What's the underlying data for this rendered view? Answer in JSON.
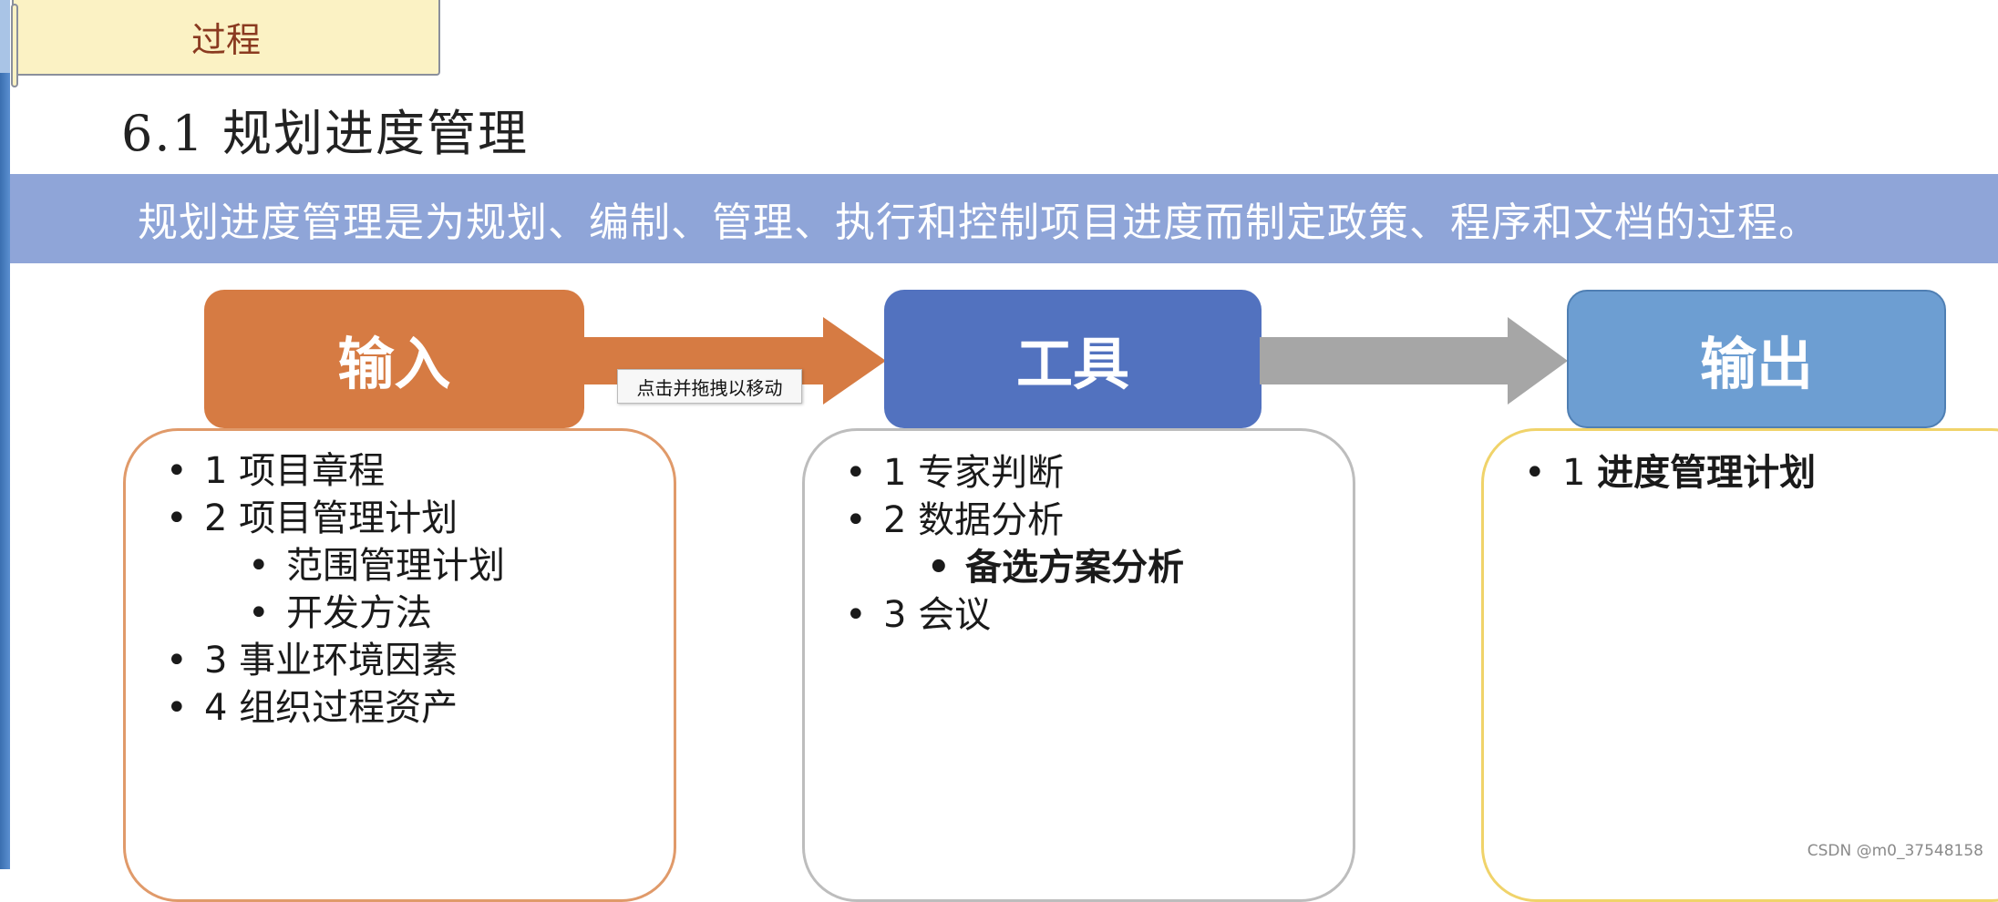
{
  "tab": {
    "label": "过程"
  },
  "section_title": "6.1 规划进度管理",
  "banner_text": "规划进度管理是为规划、编制、管理、执行和控制项目进度而制定政策、程序和文档的过程。",
  "headers": {
    "input": "输入",
    "tool": "工具",
    "output": "输出"
  },
  "tooltip": "点击并拖拽以移动",
  "input_items": [
    {
      "text": "1 项目章程",
      "level": 1
    },
    {
      "text": "2 项目管理计划",
      "level": 1
    },
    {
      "text": "范围管理计划",
      "level": 2
    },
    {
      "text": "开发方法",
      "level": 2
    },
    {
      "text": "3 事业环境因素",
      "level": 1
    },
    {
      "text": "4 组织过程资产",
      "level": 1
    }
  ],
  "tool_items": [
    {
      "text": "1 专家判断",
      "level": 1
    },
    {
      "text": "2 数据分析",
      "level": 1
    },
    {
      "text": "备选方案分析",
      "level": 2,
      "bold": true
    },
    {
      "text": "3 会议",
      "level": 1
    }
  ],
  "output_items": [
    {
      "prefix": "1 ",
      "text": "进度管理计划",
      "level": 1,
      "bold": true
    }
  ],
  "watermark": "CSDN @m0_37548158",
  "colors": {
    "input": "#d67b43",
    "tool": "#5272bf",
    "output": "#6d9ed2",
    "banner": "#8fa5d8",
    "arrow_gray": "#a6a6a6"
  }
}
